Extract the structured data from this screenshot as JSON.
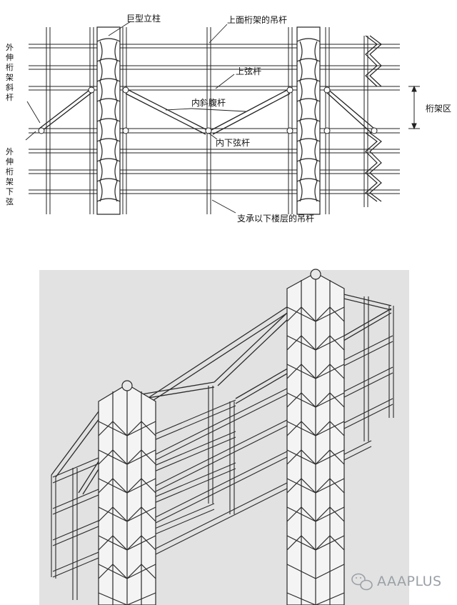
{
  "top_diagram": {
    "labels": {
      "giant_column": "巨型立柱",
      "upper_truss_hanger": "上面桁架的吊杆",
      "upper_chord": "上弦杆",
      "inner_diagonal_web": "内斜腹杆",
      "inner_lower_chord": "内下弦杆",
      "truss_zone": "桁架区",
      "hanger_below": "支承以下楼层的吊杆"
    },
    "vertical_labels": {
      "outrigger_diagonal": [
        "外",
        "伸",
        "桁",
        "架",
        "斜",
        "杆"
      ],
      "outrigger_lower_chord": [
        "外",
        "伸",
        "桁",
        "架",
        "下",
        "弦"
      ]
    }
  },
  "watermark": {
    "text": "AAAPLUS",
    "icon": "wechat-icon"
  }
}
